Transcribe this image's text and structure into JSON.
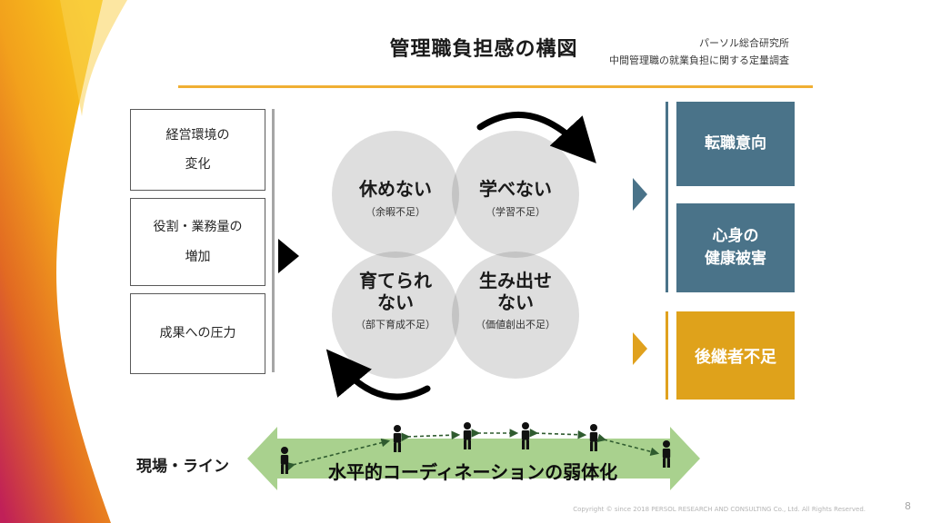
{
  "header": {
    "title": "管理職負担感の構図",
    "source_org": "パーソル総合研究所",
    "source_study": "中間管理職の就業負担に関する定量調査"
  },
  "cause_boxes": [
    {
      "lines": [
        "経営環境の",
        "変化"
      ]
    },
    {
      "lines": [
        "役割・業務量の",
        "増加"
      ]
    },
    {
      "lines": [
        "成果への圧力"
      ]
    }
  ],
  "circles": [
    {
      "label": "休めない",
      "sub": "（余暇不足）"
    },
    {
      "label": "学べない",
      "sub": "（学習不足）"
    },
    {
      "label": "育てられ",
      "label2": "ない",
      "sub": "（部下育成不足）"
    },
    {
      "label": "生み出せ",
      "label2": "ない",
      "sub": "（価値創出不足）"
    }
  ],
  "outcomes": [
    {
      "lines": [
        "転職意向"
      ]
    },
    {
      "lines": [
        "心身の",
        "健康被害"
      ]
    },
    {
      "lines": [
        "後継者不足"
      ]
    }
  ],
  "bottom": {
    "actor_label": "現場・ライン",
    "banner_text": "水平的コーディネーションの弱体化"
  },
  "footer": {
    "copyright": "Copyright © since 2018  PERSOL RESEARCH AND CONSULTING Co., Ltd. All Rights Reserved.",
    "page_number": "8"
  },
  "colors": {
    "accent_teal": "#4A7389",
    "accent_orange": "#DFA21B",
    "accent_green_banner": "#A9D18E",
    "gold_divider": "#F0AF33",
    "circle_gray": "#DDDDDD",
    "gradient_yellow": "#F7C413",
    "gradient_orange": "#EE8A1E",
    "gradient_crimson": "#C02058"
  }
}
